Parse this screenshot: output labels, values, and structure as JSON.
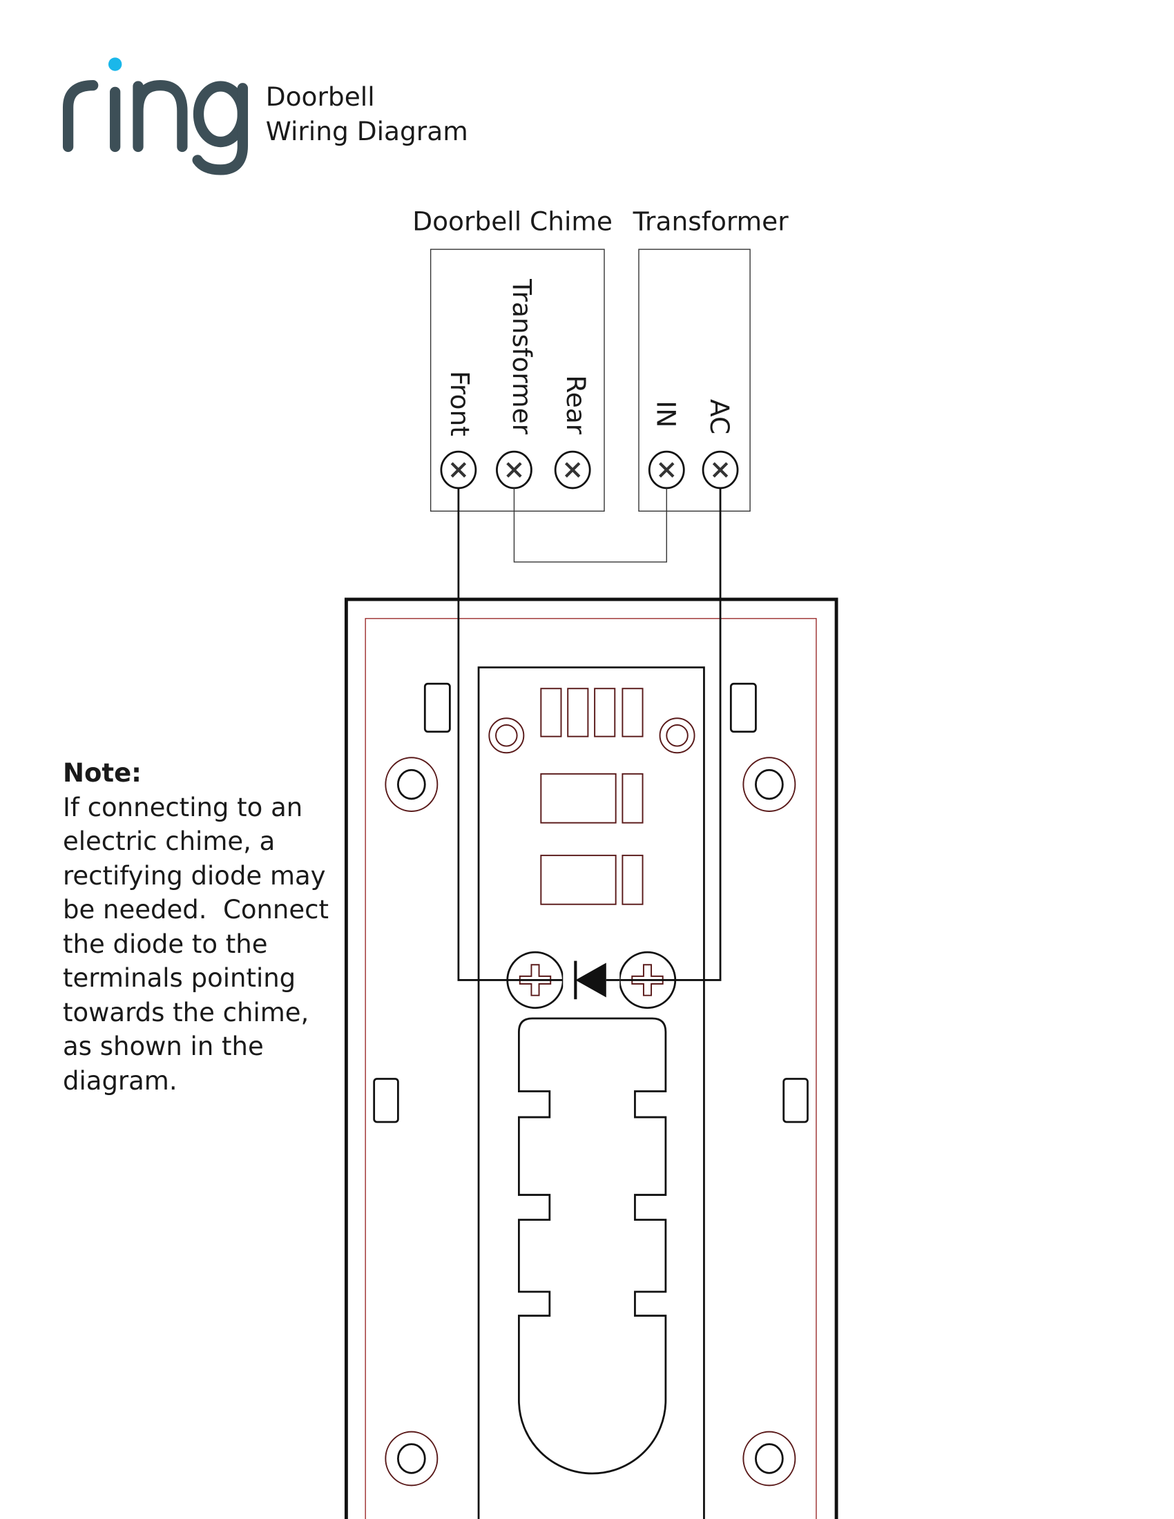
{
  "logo": {
    "text": "ring",
    "letter_color": "#3d4f57",
    "dot_color": "#1ab7ea"
  },
  "header": {
    "line1": "Doorbell",
    "line2": "Wiring Diagram"
  },
  "chime": {
    "title": "Doorbell Chime",
    "terminals": [
      "Front",
      "Transformer",
      "Rear"
    ]
  },
  "transformer": {
    "title": "Transformer",
    "terminals": [
      "IN",
      "AC"
    ]
  },
  "note": {
    "heading": "Note:",
    "lines": [
      "If connecting to an",
      "electric chime, a",
      "rectifying diode may",
      "be needed.  Connect",
      "the diode to the",
      "terminals pointing",
      "towards the chime,",
      "as shown in the",
      "diagram."
    ]
  }
}
